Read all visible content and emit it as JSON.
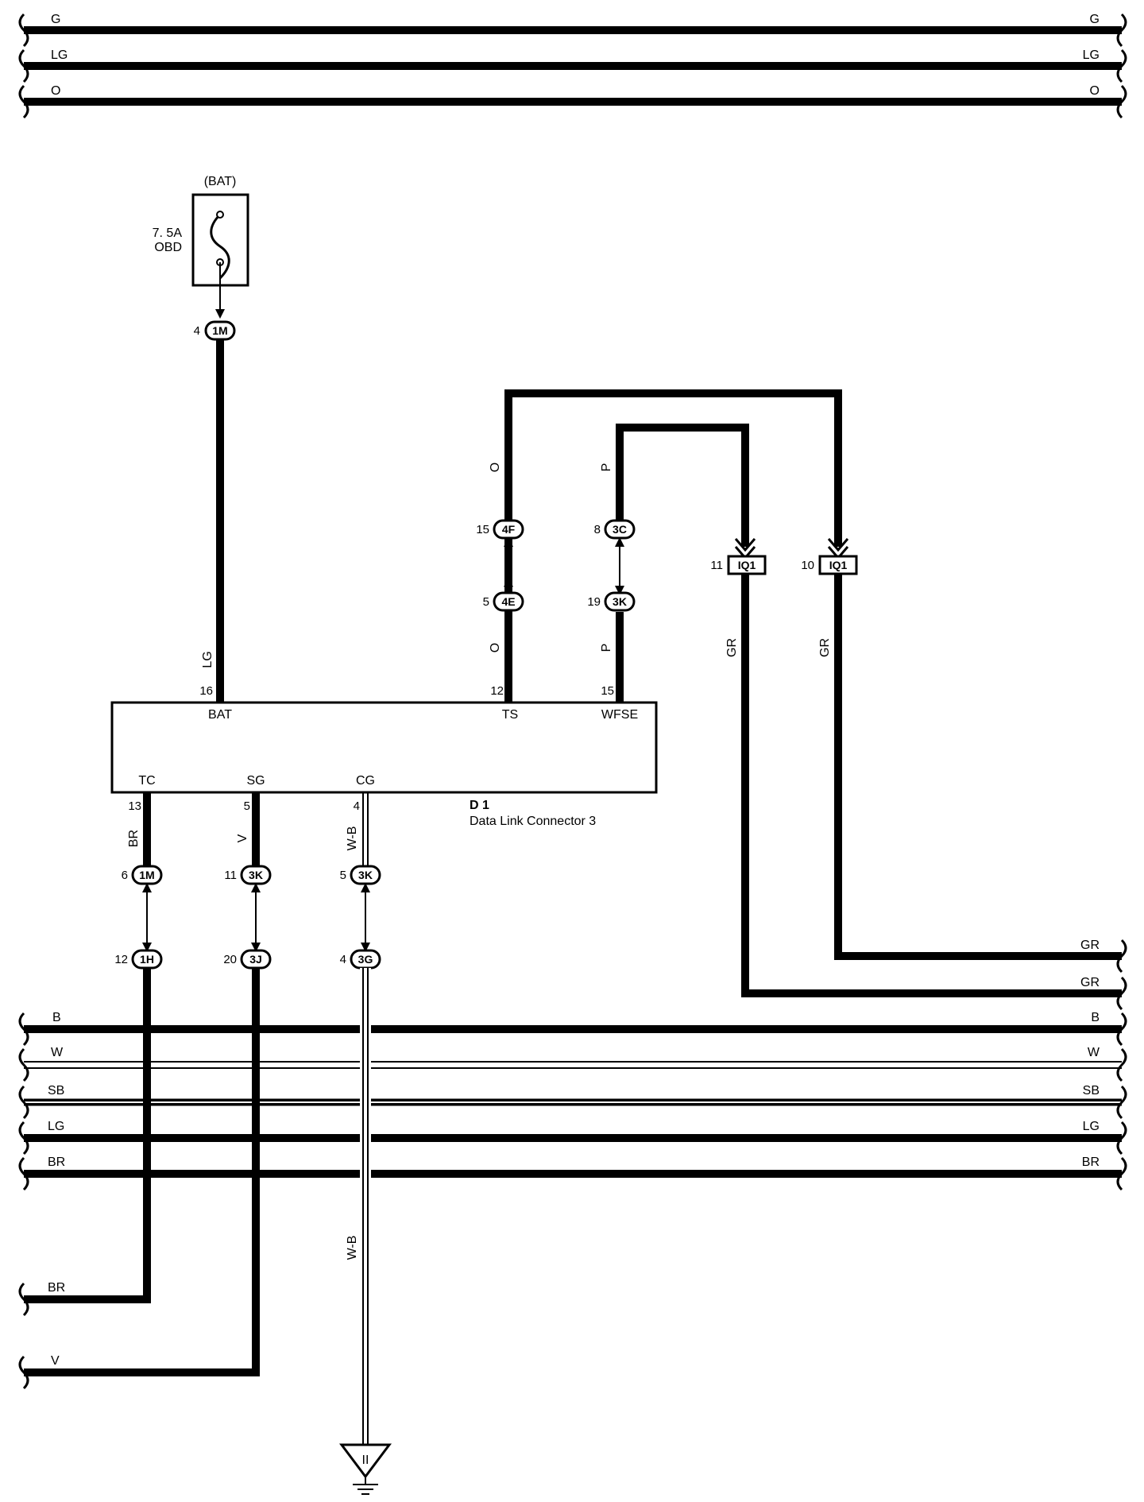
{
  "colors": {
    "wire": "#000000",
    "background": "#ffffff"
  },
  "top_bus": {
    "g": "G",
    "lg": "LG",
    "o": "O"
  },
  "fuse": {
    "source": "(BAT)",
    "rating": "7. 5A",
    "name": "OBD"
  },
  "connectors": {
    "c1M_top": "1M",
    "c1M_top_pin": "4",
    "c4F": "4F",
    "c4F_pin": "15",
    "c4E": "4E",
    "c4E_pin": "5",
    "c3C": "3C",
    "c3C_pin": "8",
    "c3K_top": "3K",
    "c3K_top_pin": "19",
    "iq1a": "IQ1",
    "iq1a_pin": "11",
    "iq1b": "IQ1",
    "iq1b_pin": "10",
    "c1M_bot": "1M",
    "c1M_bot_pin": "6",
    "c3K_mid1": "3K",
    "c3K_mid1_pin": "11",
    "c3K_mid2": "3K",
    "c3K_mid2_pin": "5",
    "c1H": "1H",
    "c1H_pin": "12",
    "c3J": "3J",
    "c3J_pin": "20",
    "c3G": "3G",
    "c3G_pin": "4"
  },
  "wires": {
    "lg": "LG",
    "o_top": "O",
    "o_mid": "O",
    "p_top": "P",
    "p_mid": "P",
    "gr_a": "GR",
    "gr_b": "GR",
    "br": "BR",
    "v": "V",
    "wb": "W-B",
    "wb_low": "W-B"
  },
  "dlc": {
    "id": "D 1",
    "name": "Data Link Connector 3",
    "terminals": {
      "bat": "BAT",
      "bat_pin": "16",
      "ts": "TS",
      "ts_pin": "12",
      "wfse": "WFSE",
      "wfse_pin": "15",
      "tc": "TC",
      "tc_pin": "13",
      "sg": "SG",
      "sg_pin": "5",
      "cg": "CG",
      "cg_pin": "4"
    }
  },
  "right_outputs": {
    "gr1": "GR",
    "gr2": "GR"
  },
  "bottom_bus": {
    "b": "B",
    "w": "W",
    "sb": "SB",
    "lg": "LG",
    "br": "BR"
  },
  "left_outputs": {
    "br": "BR",
    "v": "V"
  },
  "ground": {
    "symbol": "II"
  }
}
